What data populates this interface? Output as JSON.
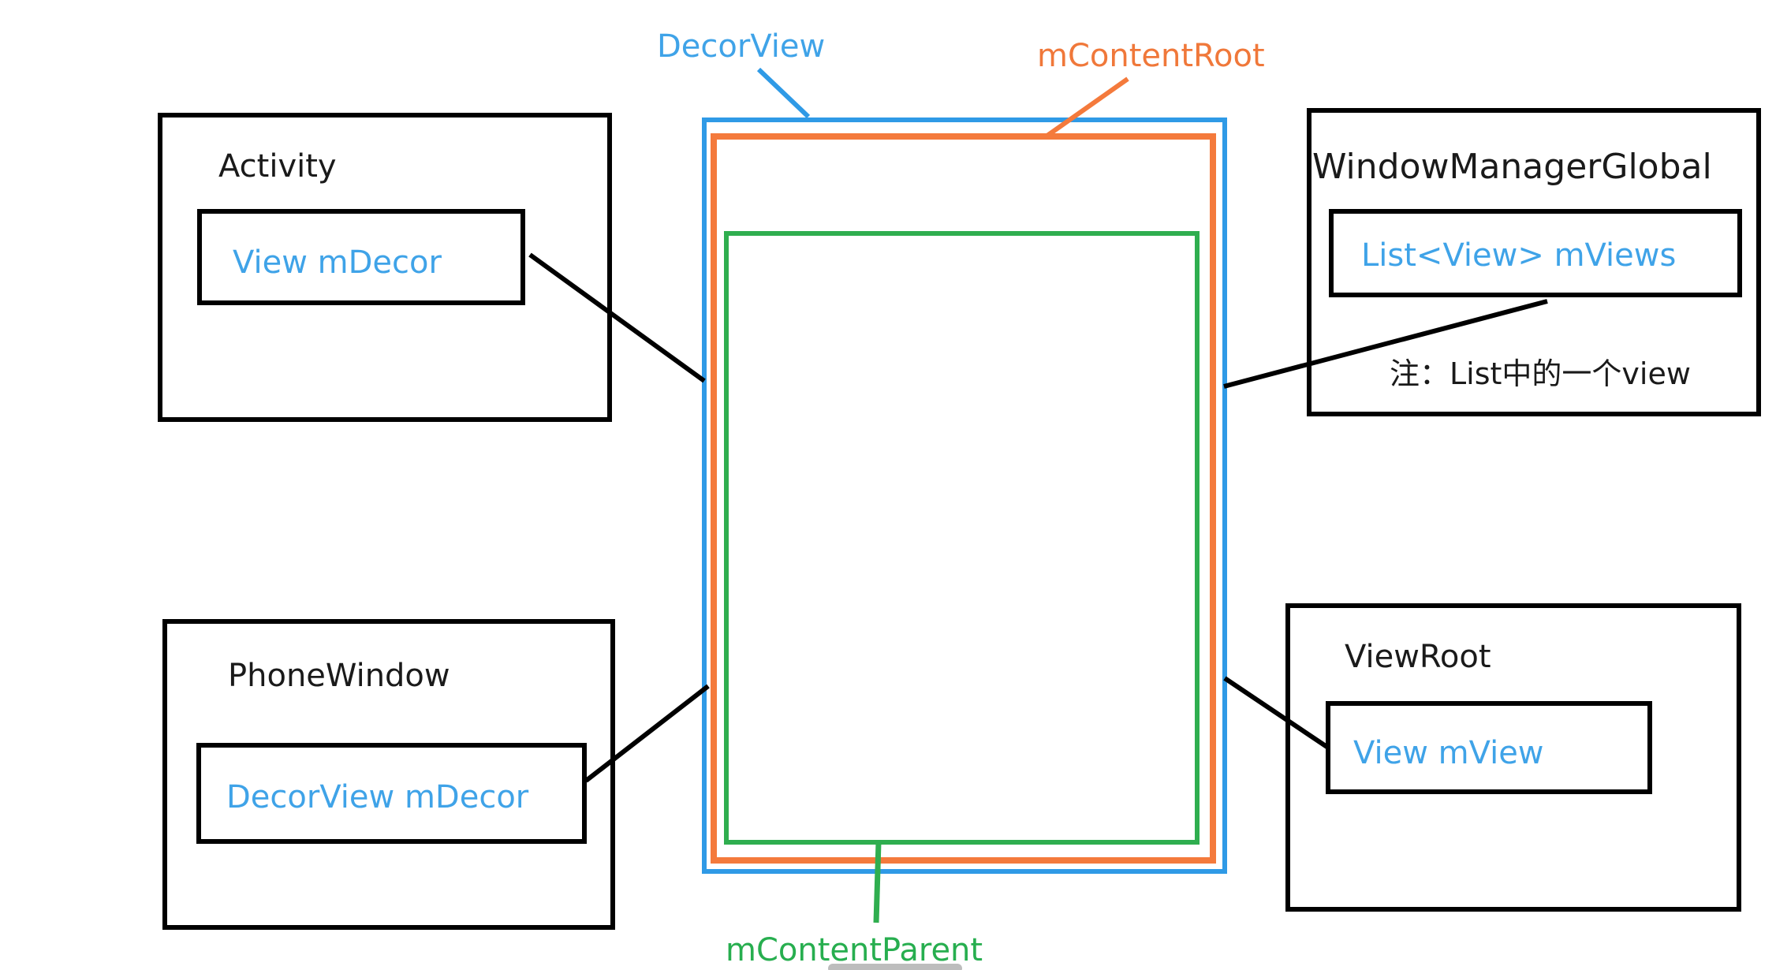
{
  "colors": {
    "decor_view": "#2f9ae6",
    "content_root": "#f47a3c",
    "content_parent": "#2fae4f",
    "field_text": "#3fa3e8",
    "box_border": "#000000"
  },
  "labels": {
    "decor_view": "DecorView",
    "content_root": "mContentRoot",
    "content_parent": "mContentParent"
  },
  "activity": {
    "title": "Activity",
    "field": "View mDecor"
  },
  "phone_window": {
    "title": "PhoneWindow",
    "field": "DecorView mDecor"
  },
  "window_manager_global": {
    "title": "WindowManagerGlobal",
    "field": "List<View> mViews",
    "note": "注：List中的一个view"
  },
  "view_root": {
    "title": "ViewRoot",
    "field": "View mView"
  }
}
